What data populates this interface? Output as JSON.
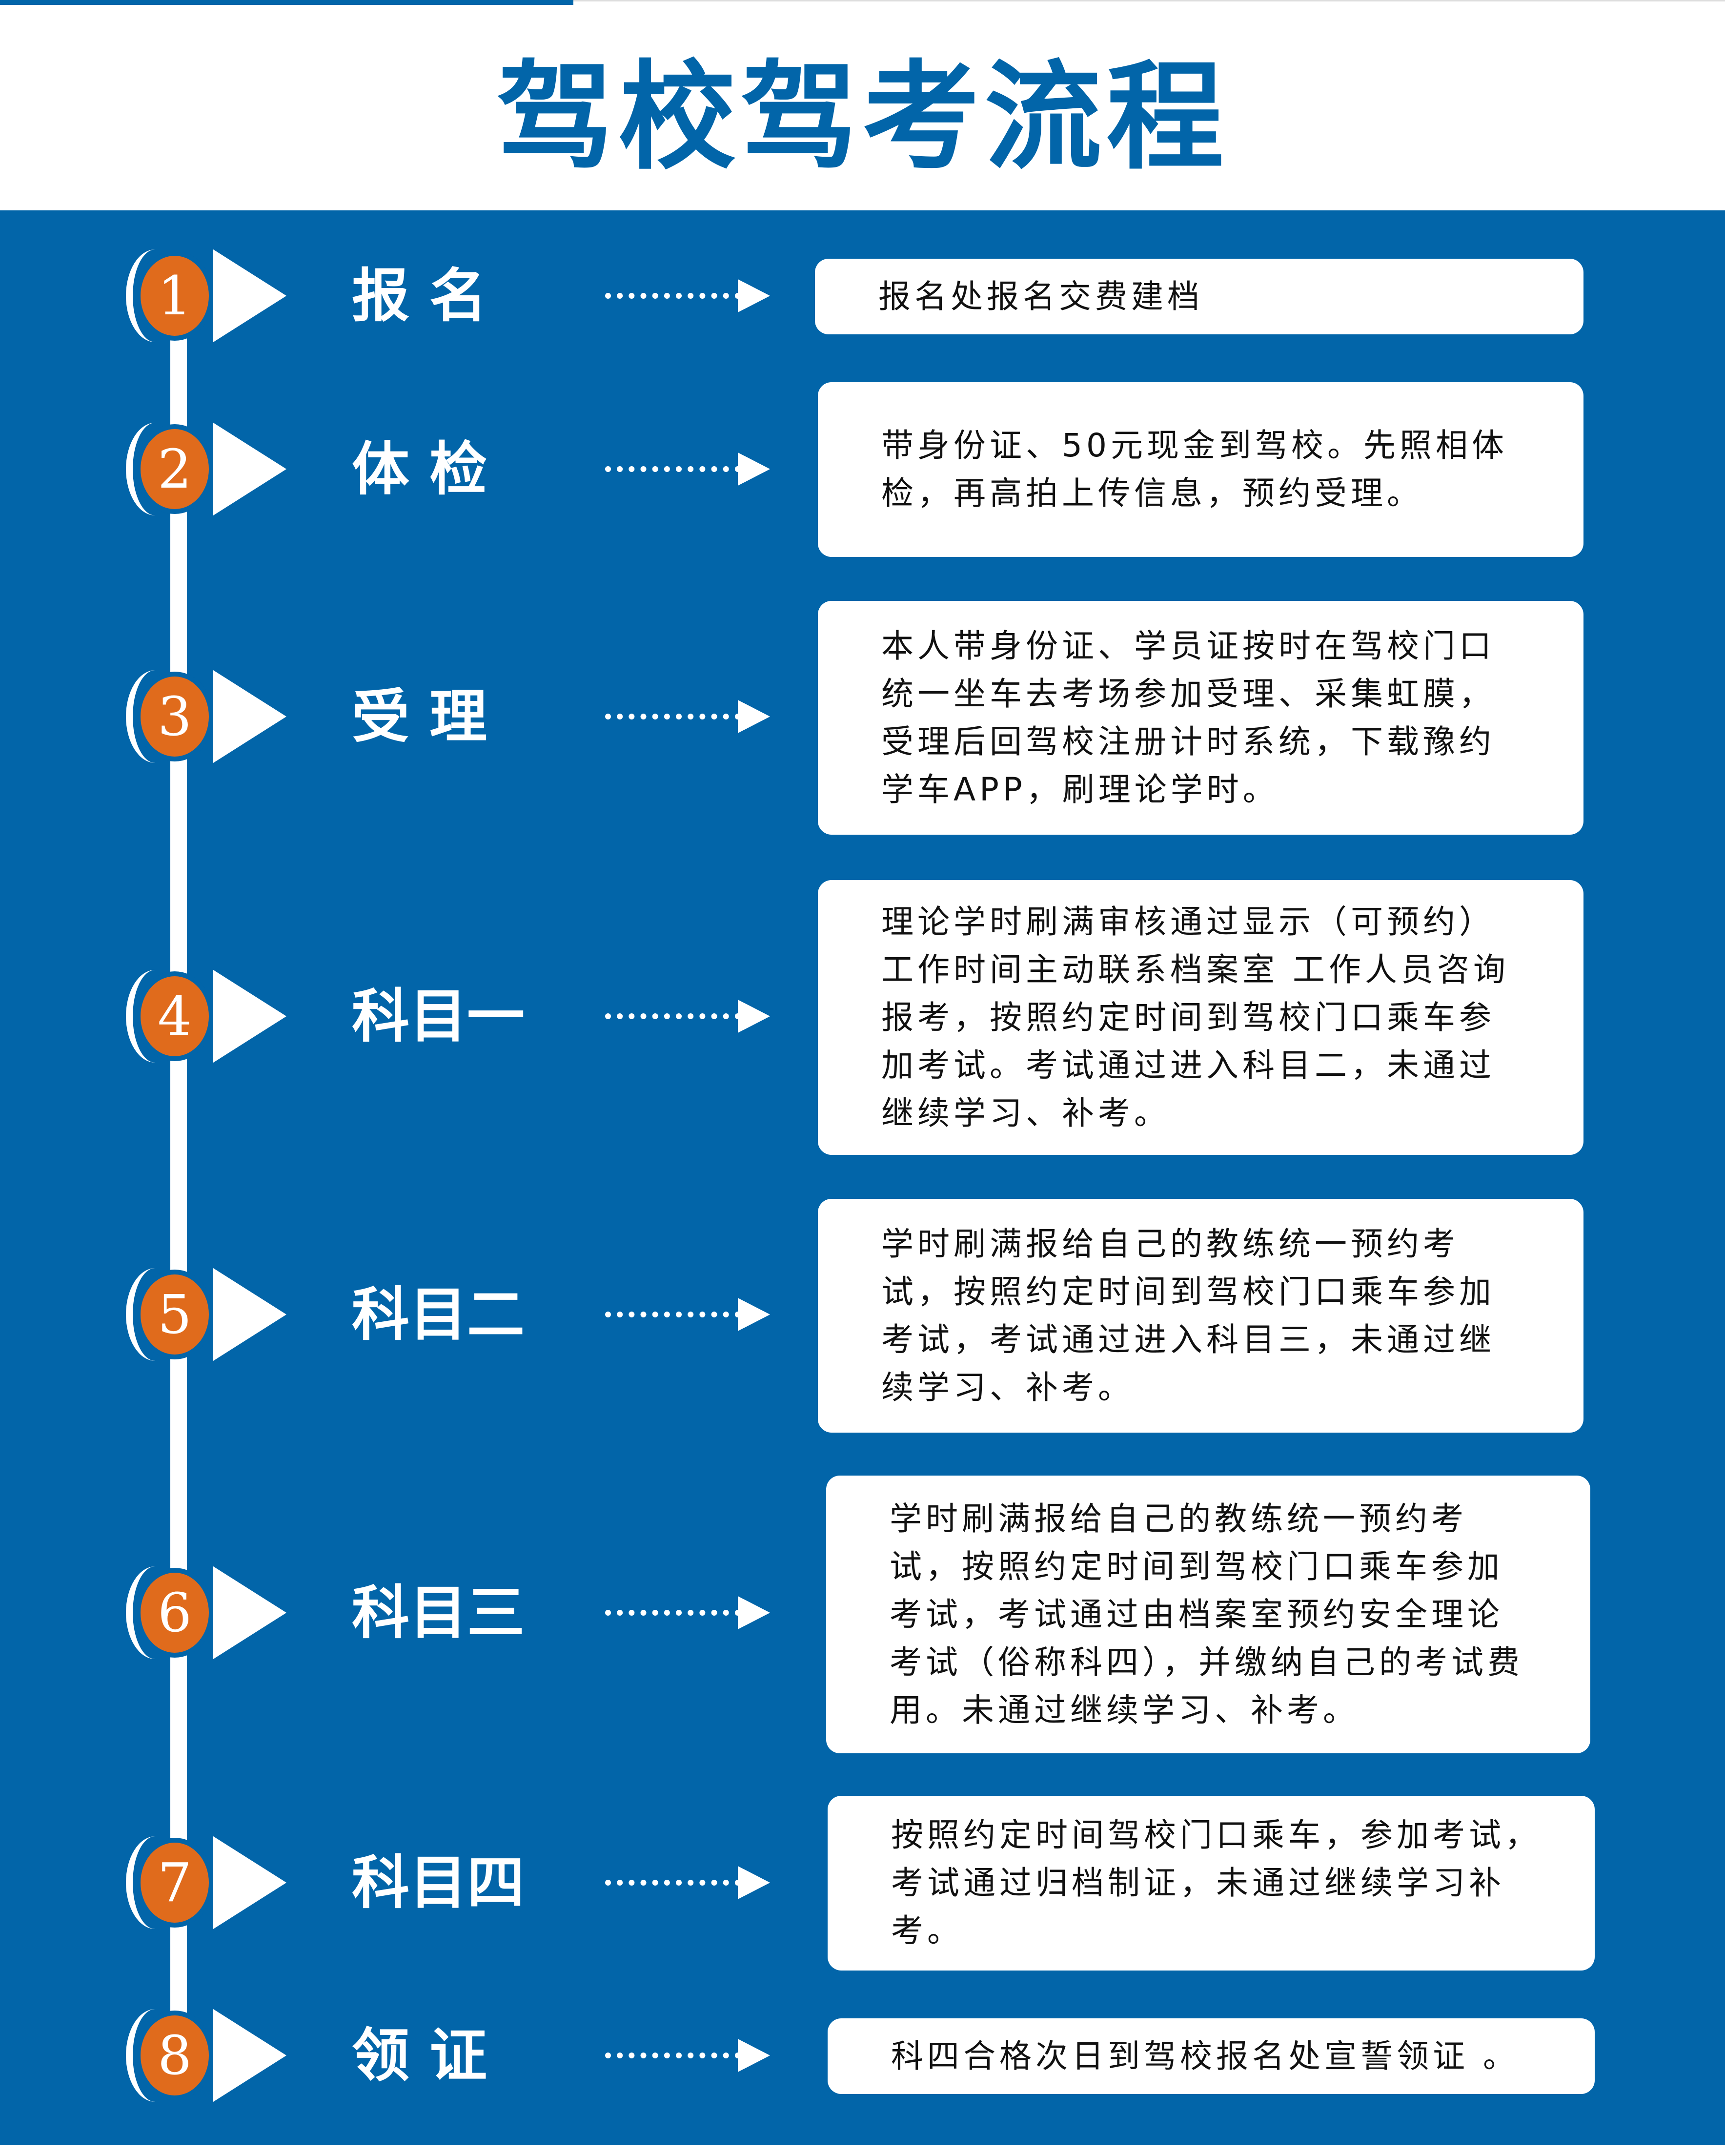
{
  "title": "驾校驾考流程",
  "steps": [
    {
      "num": "1",
      "label": "报 名",
      "desc": "报名处报名交费建档"
    },
    {
      "num": "2",
      "label": "体 检",
      "desc": "带身份证、50元现金到驾校。先照相体检，再高拍上传信息，预约受理。"
    },
    {
      "num": "3",
      "label": "受 理",
      "desc": "本人带身份证、学员证按时在驾校门口统一坐车去考场参加受理、采集虹膜，受理后回驾校注册计时系统，下载豫约学车APP，刷理论学时。"
    },
    {
      "num": "4",
      "label": "科目一",
      "desc": "理论学时刷满审核通过显示（可预约）工作时间主动联系档案室 工作人员咨询报考，按照约定时间到驾校门口乘车参加考试。考试通过进入科目二，未通过继续学习、补考。"
    },
    {
      "num": "5",
      "label": "科目二",
      "desc": "学时刷满报给自己的教练统一预约考试，按照约定时间到驾校门口乘车参加考试，考试通过进入科目三，未通过继续学习、补考。"
    },
    {
      "num": "6",
      "label": "科目三",
      "desc": "学时刷满报给自己的教练统一预约考试，按照约定时间到驾校门口乘车参加考试，考试通过由档案室预约安全理论考试（俗称科四），并缴纳自己的考试费用。未通过继续学习、补考。"
    },
    {
      "num": "7",
      "label": "科目四",
      "desc": "按照约定时间驾校门口乘车，参加考试，考试通过归档制证，未通过继续学习补考。"
    },
    {
      "num": "8",
      "label": "领 证",
      "desc": "科四合格次日到驾校报名处宣誓领证 。"
    }
  ]
}
